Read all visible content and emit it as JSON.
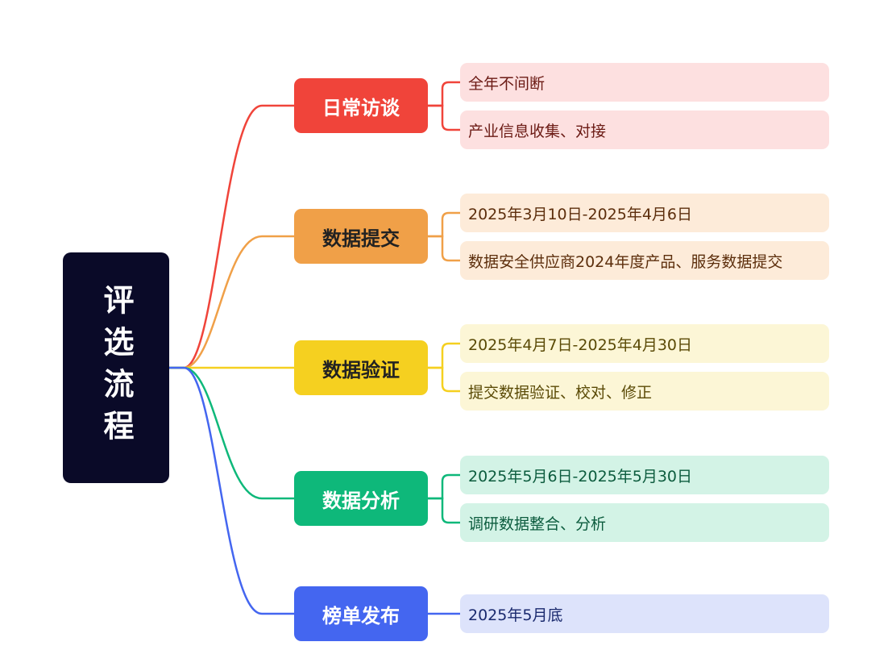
{
  "root": {
    "title": "评选流程",
    "color": "#0a0a28"
  },
  "branches": [
    {
      "label": "日常访谈",
      "color": "#f0443a",
      "text_color": "#ffffff",
      "leaf_bg": "#fde0e0",
      "leaf_text": "#6b1a14",
      "leaves": [
        "全年不间断",
        "产业信息收集、对接"
      ]
    },
    {
      "label": "数据提交",
      "color": "#f0a048",
      "text_color": "#222222",
      "leaf_bg": "#fdebd9",
      "leaf_text": "#5c2e0c",
      "leaves": [
        "2025年3月10日-2025年4月6日",
        "数据安全供应商2024年度产品、服务数据提交"
      ]
    },
    {
      "label": "数据验证",
      "color": "#f5d020",
      "text_color": "#222222",
      "leaf_bg": "#fcf6d6",
      "leaf_text": "#5a4a06",
      "leaves": [
        "2025年4月7日-2025年4月30日",
        "提交数据验证、校对、修正"
      ]
    },
    {
      "label": "数据分析",
      "color": "#0eb87a",
      "text_color": "#ffffff",
      "leaf_bg": "#d3f3e6",
      "leaf_text": "#0c5c3e",
      "leaves": [
        "2025年5月6日-2025年5月30日",
        "调研数据整合、分析"
      ]
    },
    {
      "label": "榜单发布",
      "color": "#4466f0",
      "text_color": "#ffffff",
      "leaf_bg": "#dde3fb",
      "leaf_text": "#1a2a6e",
      "leaves": [
        "2025年5月底"
      ]
    }
  ]
}
